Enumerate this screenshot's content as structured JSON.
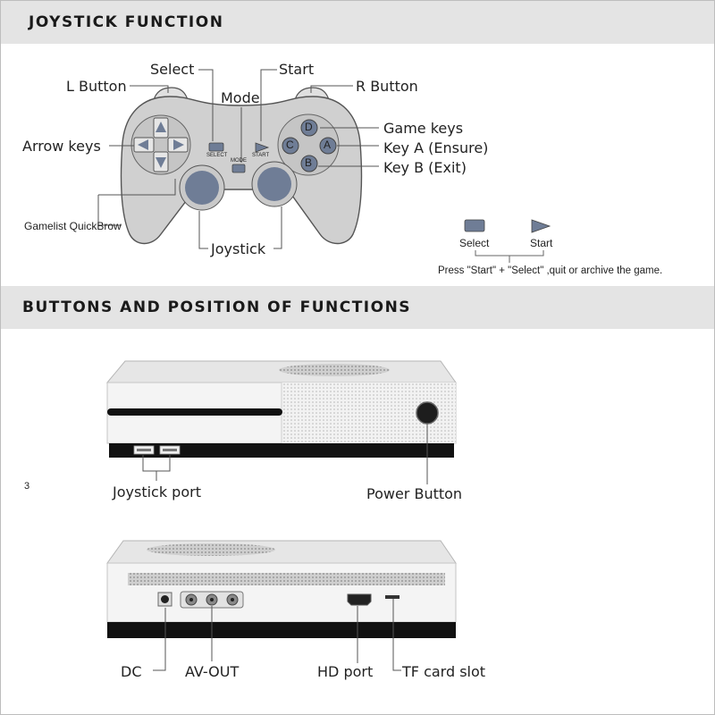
{
  "joystick_section": {
    "title": "JOYSTICK FUNCTION",
    "labels": {
      "select": "Select",
      "start": "Start",
      "l_button": "L Button",
      "r_button": "R Button",
      "mode": "Mode",
      "game_keys": "Game keys",
      "arrow_keys": "Arrow keys",
      "key_a": "Key A (Ensure)",
      "key_b": "Key B (Exit)",
      "gamelist": "Gamelist QuickBrow",
      "joystick": "Joystick"
    },
    "controller_marks": {
      "select_text": "SELECT",
      "start_text": "START",
      "mode_text": "MODE",
      "key_a": "A",
      "key_b": "B",
      "key_c": "C",
      "key_d": "D"
    },
    "legend": {
      "select": "Select",
      "start": "Start",
      "note": "Press \"Start\" + \"Select\" ,quit or archive the game."
    }
  },
  "buttons_section": {
    "title": "BUTTONS AND POSITION OF FUNCTIONS",
    "page_number": "3",
    "front_labels": {
      "joystick_port": "Joystick port",
      "power_button": "Power Button"
    },
    "back_labels": {
      "dc": "DC",
      "av_out": "AV-OUT",
      "hd_port": "HD port",
      "tf_slot": "TF card slot"
    }
  },
  "colors": {
    "header_bg": "#e4e4e4",
    "controller_body": "#d0d0d0",
    "button_blue": "#6f7d96",
    "console_white": "#f4f4f4",
    "console_black": "#111111"
  }
}
